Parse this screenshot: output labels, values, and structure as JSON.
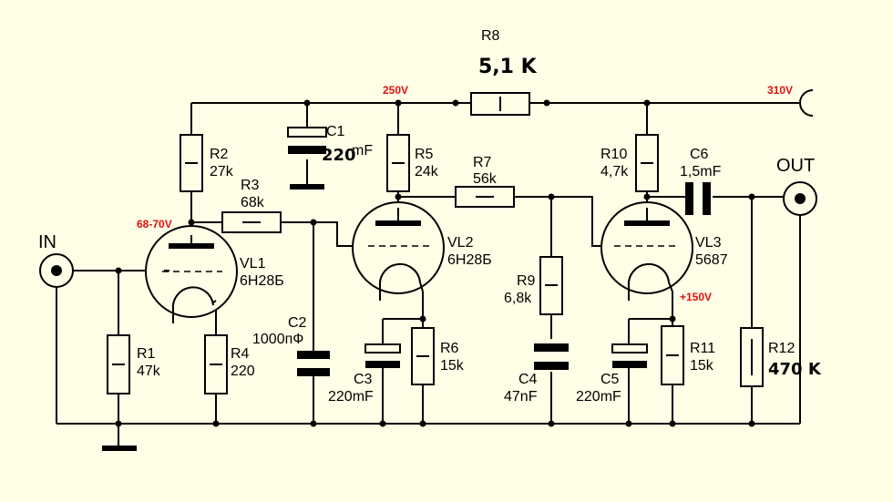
{
  "labels": {
    "in": "IN",
    "out": "OUT",
    "r1": "R1",
    "r1v": "47k",
    "r2": "R2",
    "r2v": "27k",
    "r3": "R3",
    "r3v": "68k",
    "r4": "R4",
    "r4v": "220",
    "r5": "R5",
    "r5v": "24k",
    "r6": "R6",
    "r6v": "15k",
    "r7": "R7",
    "r7v": "56k",
    "r8": "R8",
    "r8v": "5,1 K",
    "r9": "R9",
    "r9v": "6,8k",
    "r10": "R10",
    "r10v": "4,7k",
    "r11": "R11",
    "r11v": "15k",
    "r12": "R12",
    "r12v": "470 K",
    "c1": "C1",
    "c1v_hand": "220",
    "c1v_unit": "mF",
    "c2": "C2",
    "c2v": "1000пФ",
    "c3": "C3",
    "c3v": "220mF",
    "c4": "C4",
    "c4v": "47nF",
    "c5": "C5",
    "c5v": "220mF",
    "c6": "C6",
    "c6v": "1,5mF",
    "vl1": "VL1",
    "vl1t": "6H28Б",
    "vl2": "VL2",
    "vl2t": "6H28Б",
    "vl3": "VL3",
    "vl3t": "5687"
  },
  "voltages": {
    "v310": "310V",
    "v250": "250V",
    "v6870": "68-70V",
    "v150": "+150V"
  },
  "colors": {
    "background": "#ffffe7",
    "wire": "#000000",
    "voltage_label": "#e01010"
  }
}
